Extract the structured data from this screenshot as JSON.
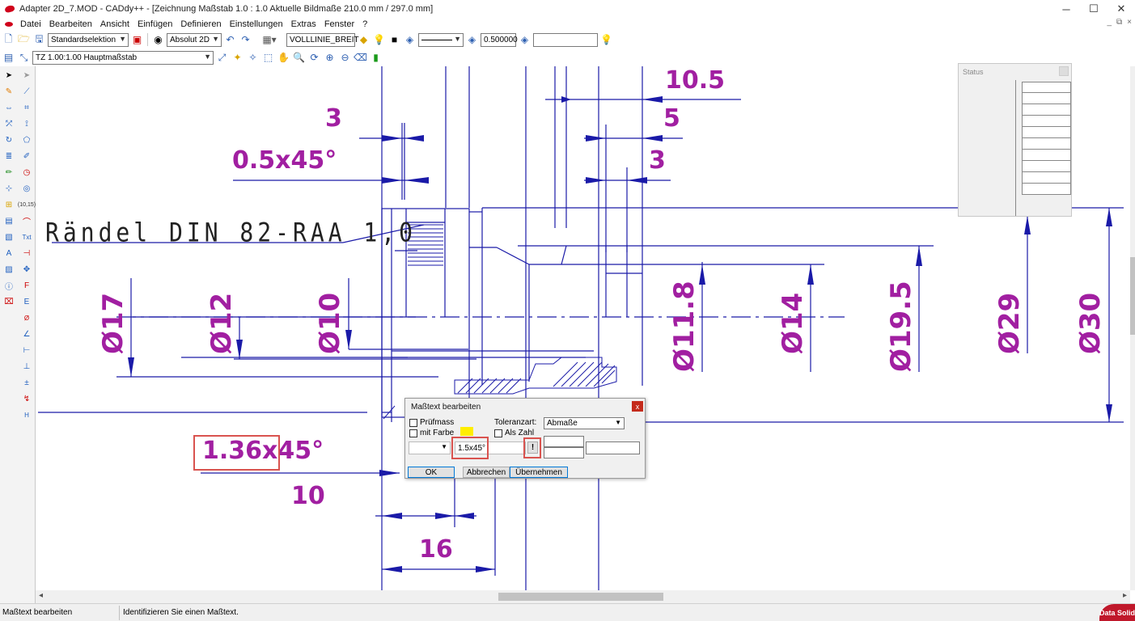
{
  "window": {
    "title": "Adapter 2D_7.MOD  -  CADdy++ - [Zeichnung   Maßstab 1.0 : 1.0   Aktuelle Bildmaße 210.0 mm / 297.0 mm]",
    "minimize": "─",
    "maximize": "☐",
    "close": "✕"
  },
  "menu": {
    "items": [
      "Datei",
      "Bearbeiten",
      "Ansicht",
      "Einfügen",
      "Definieren",
      "Einstellungen",
      "Extras",
      "Fenster",
      "?"
    ],
    "mdi": [
      "_",
      "⧉",
      "×"
    ]
  },
  "toolbar1": {
    "selection_mode": "Standardselektion",
    "coordinate_mode": "Absolut 2D",
    "line_type": "VOLLLINIE_BREIT",
    "line_width": "0.500000",
    "text_field": ""
  },
  "toolbar2": {
    "scale_combo": "TZ 1.00:1.00 Hauptmaßstab"
  },
  "toolbox": {
    "coords_label": "(10,15)"
  },
  "drawing": {
    "knurl_note": "Rändel DIN 82-RAA 1,0",
    "dimensions": {
      "d_10_5": "10.5",
      "d_3_top": "3",
      "d_5": "5",
      "d_3_right": "3",
      "d_chamfer_top": "0.5x45°",
      "d_17": "Ø17",
      "d_12": "Ø12",
      "d_10": "Ø10",
      "d_11_8": "Ø11.8",
      "d_14": "Ø14",
      "d_19_5": "Ø19.5",
      "d_29": "Ø29",
      "d_30": "Ø30",
      "d_chamfer_bottom_num": "1.36",
      "d_chamfer_bottom_suffix": "x45°",
      "d_10_bottom": "10",
      "d_16": "16"
    },
    "line_color": "#1a1aa8",
    "dim_color": "#a11fa1"
  },
  "status_panel": {
    "title": "Status"
  },
  "dialog": {
    "title": "Maßtext bearbeiten",
    "close": "x",
    "pruefmass": "Prüfmass",
    "mit_farbe": "mit Farbe",
    "toleranzart_label": "Toleranzart:",
    "toleranzart_value": "Abmaße",
    "als_zahl": "Als Zahl",
    "text_value": "1.5x45°",
    "bang_button": "!",
    "ok": "OK",
    "abbrechen": "Abbrechen",
    "uebernehmen": "Übernehmen"
  },
  "statusbar": {
    "mode": "Maßtext bearbeiten",
    "hint": "Identifizieren Sie einen Maßtext.",
    "brand": "Data Solid"
  }
}
